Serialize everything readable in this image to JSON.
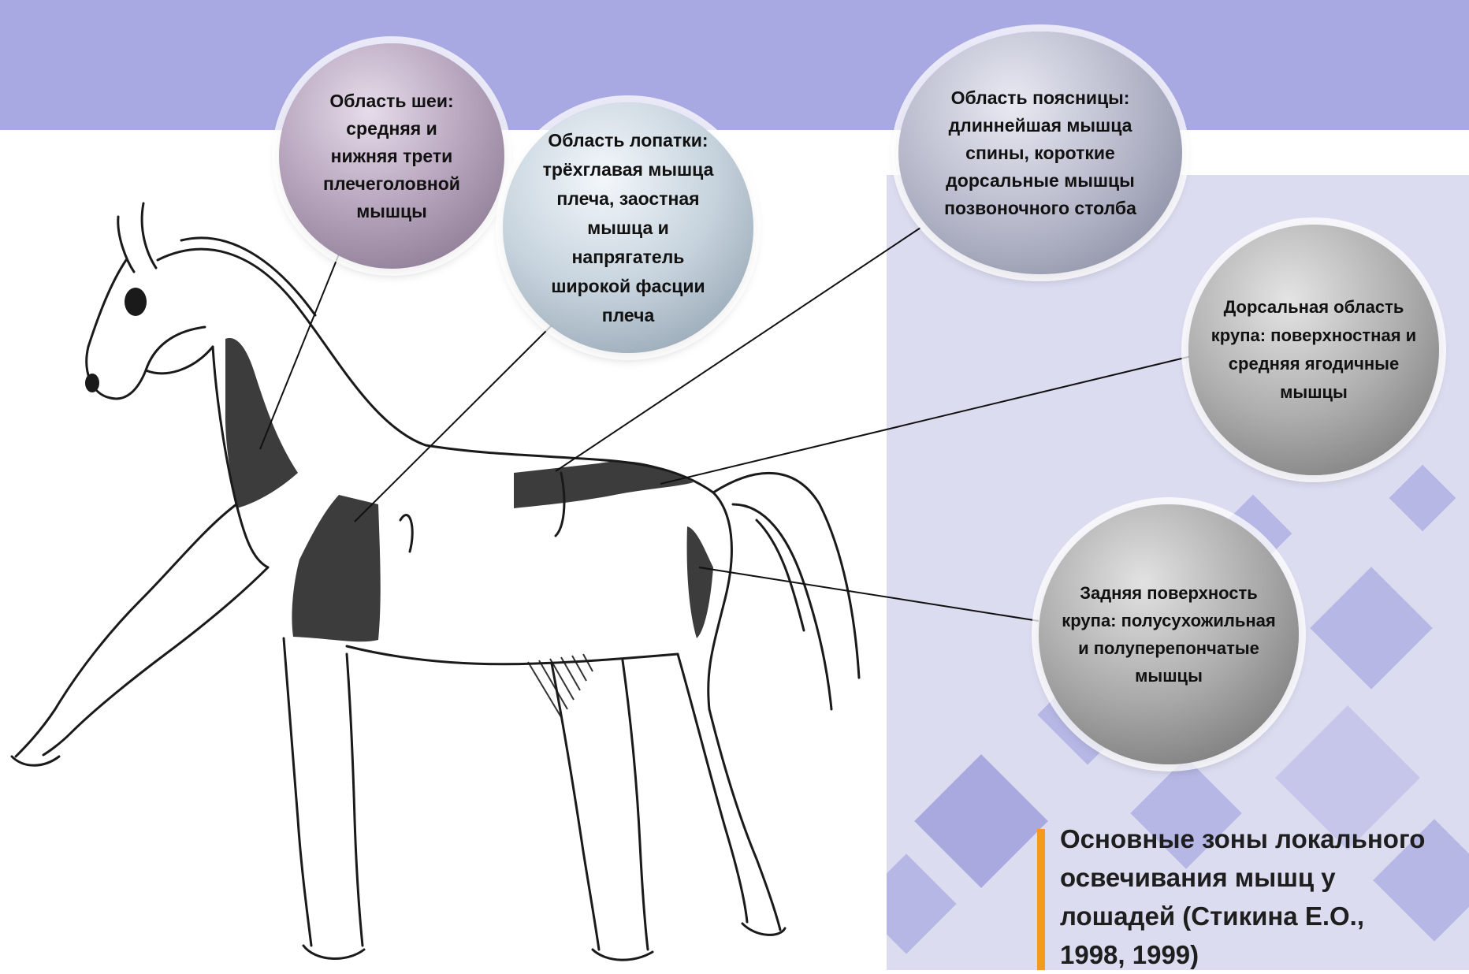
{
  "labels": {
    "neck": "Область шеи:\nсредняя и\nнижняя трети\nплечеголовной\nмышцы",
    "shoulder": "Область лопатки:\nтрёхглавая мышца\nплеча, заостная\nмышца и\nнапрягатель\nширокой фасции\nплеча",
    "loin": "Область поясницы:\nдлиннейшая мышца\nспины, короткие\nдорсальные мышцы\nпозвоночного столба",
    "croup": "Дорсальная область\nкрупа: поверхностная и\nсредняя ягодичные\nмышцы",
    "rear": "Задняя поверхность\nкрупа: полусухожильная\nи полуперепончатые\nмышцы"
  },
  "caption": "Основные зоны локального\nосвечивания мышц у\nлошадей (Стикина Е.О.,\n1998, 1999)",
  "colors": {
    "top_band": "#a8a8e2",
    "right_panel": "#dcdcf1",
    "caption_accent": "#f39a1f",
    "muscle_zone": "#3c3c3c"
  }
}
